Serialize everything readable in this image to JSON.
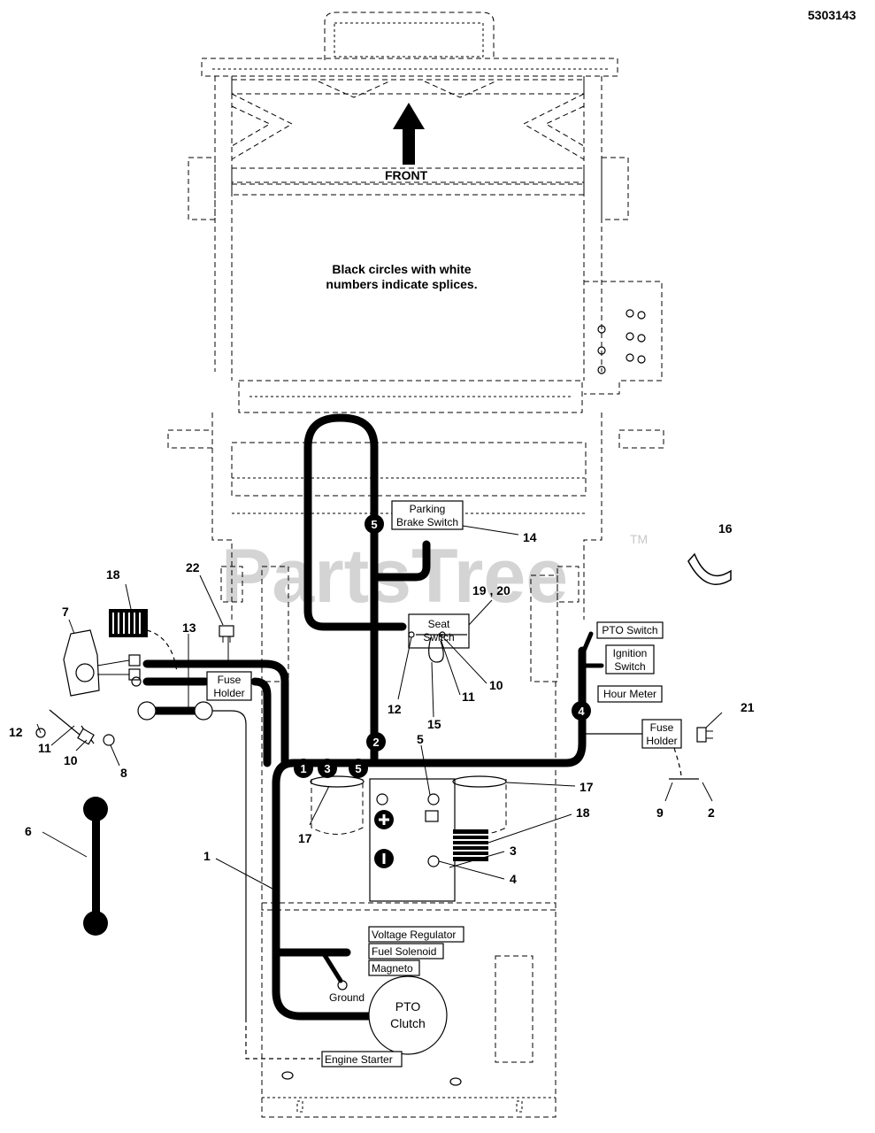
{
  "part_number": "5303143",
  "front_label": "FRONT",
  "note": {
    "line1": "Black circles with white",
    "line2": "numbers indicate splices."
  },
  "watermark": "PartsTree",
  "watermark_tm": "TM",
  "component_labels": {
    "parking_brake_switch": [
      "Parking",
      "Brake Switch"
    ],
    "seat_switch": [
      "Seat",
      "Switch"
    ],
    "pto_switch": "PTO Switch",
    "ignition_switch": [
      "Ignition",
      "Switch"
    ],
    "hour_meter": "Hour Meter",
    "fuse_holder_left": [
      "Fuse",
      "Holder"
    ],
    "fuse_holder_right": [
      "Fuse",
      "Holder"
    ],
    "voltage_regulator": "Voltage Regulator",
    "fuel_solenoid": "Fuel Solenoid",
    "magneto": "Magneto",
    "ground": "Ground",
    "pto_clutch": [
      "PTO",
      "Clutch"
    ],
    "engine_starter": "Engine Starter"
  },
  "splices": [
    "1",
    "3",
    "5",
    "2",
    "4",
    "5"
  ],
  "callouts": [
    "14",
    "16",
    "19 , 20",
    "18",
    "22",
    "13",
    "7",
    "12",
    "11",
    "10",
    "8",
    "10",
    "11",
    "12",
    "15",
    "5",
    "21",
    "17",
    "17",
    "18",
    "3",
    "4",
    "9",
    "2",
    "6",
    "1"
  ],
  "colors": {
    "ink": "#000000",
    "background": "#ffffff",
    "watermark": "#d4d4d4"
  }
}
